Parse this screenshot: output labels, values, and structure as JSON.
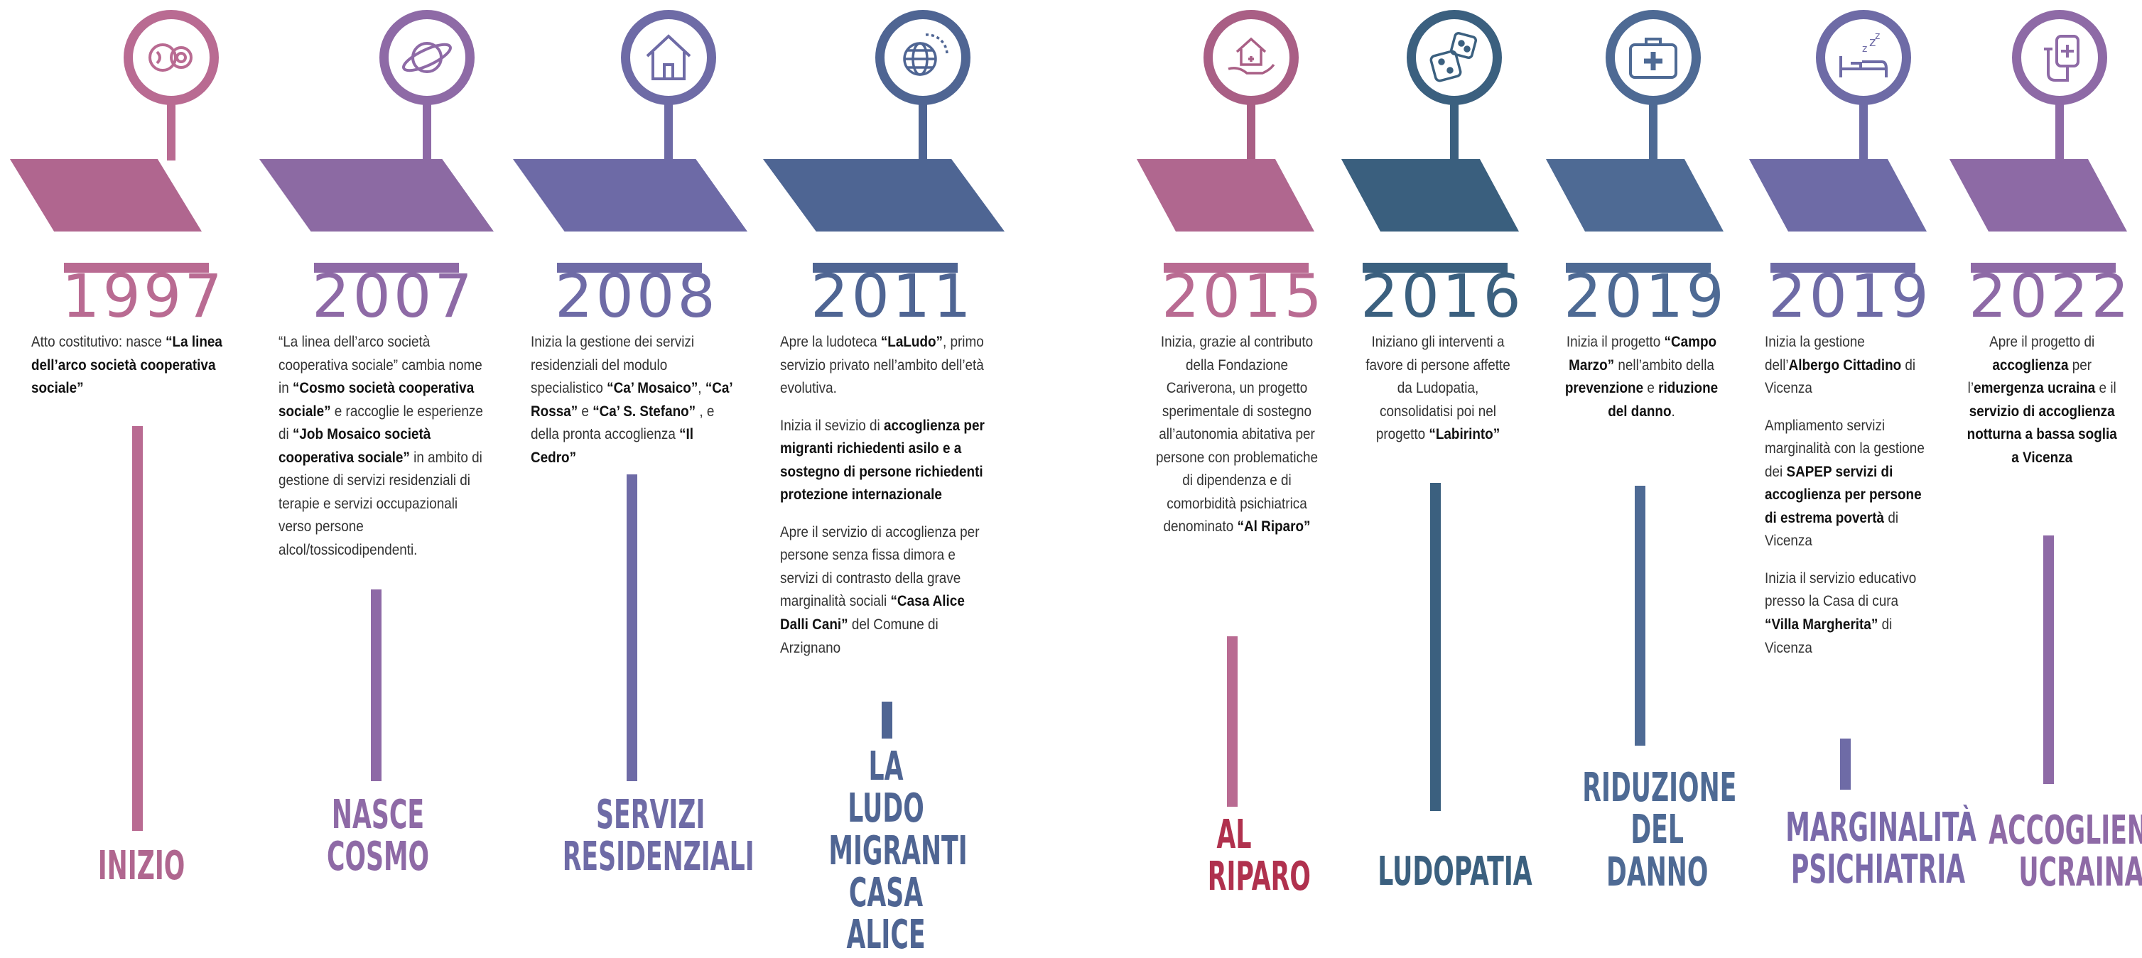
{
  "colors": {
    "pink": "#b96b92",
    "violet": "#8e6aa6",
    "indigo": "#6e6ba6",
    "blue": "#4f6593",
    "teal": "#3b607f",
    "slate": "#4e6a94",
    "rose": "#a95f85"
  },
  "milestones": [
    {
      "year": "1997",
      "icon": "pacifier-icon",
      "label": "INIZIO",
      "paragraphs": [
        "Atto costitutivo: nasce “La linea dell’arco società cooperativa sociale”"
      ]
    },
    {
      "year": "2007",
      "icon": "planet-icon",
      "label": "NASCE COSMO",
      "paragraphs": [
        "“La linea dell’arco società cooperativa sociale” cambia nome in “Cosmo società cooperativa sociale” e raccoglie le esperienze di “Job Mosaico società cooperativa sociale” in ambito di gestione di servizi residenziali di terapie e servizi occupazionali verso persone alcol/tossicodipendenti."
      ]
    },
    {
      "year": "2008",
      "icon": "house-icon",
      "label": "SERVIZI RESIDENZIALI",
      "paragraphs": [
        "Inizia la gestione dei servizi residenziali del modulo specialistico “Ca’ Mosaico”, “Ca’ Rossa” e “Ca’ S. Stefano” , e della pronta accoglienza “Il Cedro”"
      ]
    },
    {
      "year": "2011",
      "icon": "globe-icon",
      "label": "LA LUDO MIGRANTI CASA ALICE",
      "paragraphs": [
        "Apre la ludoteca “LaLudo”, primo servizio privato nell’ambito dell’età evolutiva.",
        "Inizia il sevizio di accoglienza per migranti richiedenti asilo e a sostegno di persone richiedenti protezione internazionale",
        "Apre il servizio di accoglienza per persone senza fissa dimora e servizi di contrasto della grave marginalità sociali “Casa Alice Dalli Cani” del Comune di Arzignano"
      ]
    },
    {
      "year": "2015",
      "icon": "house-hand-icon",
      "label": "AL RIPARO",
      "paragraphs": [
        "Inizia, grazie al contributo della Fondazione Cariverona, un progetto sperimentale di sostegno all’autonomia abitativa per persone con problematiche di dipendenza e di comorbidità psichiatrica denominato “Al Riparo”"
      ]
    },
    {
      "year": "2016",
      "icon": "dice-icon",
      "label": "LUDOPATIA",
      "paragraphs": [
        "Iniziano gli interventi a favore di persone affette da Ludopatia, consolidatisi poi nel progetto “Labirinto”"
      ]
    },
    {
      "year": "2019",
      "icon": "medical-kit-icon",
      "label": "RIDUZIONE DEL DANNO",
      "paragraphs": [
        "Inizia il progetto “Campo Marzo” nell’ambito della prevenzione e riduzione del danno."
      ]
    },
    {
      "year": "2019",
      "icon": "bed-sleep-icon",
      "label": "MARGINALITÀ PSICHIATRIA",
      "paragraphs": [
        "Inizia la gestione dell’Albergo Cittadino di Vicenza",
        "Ampliamento servizi marginalità con la gestione dei SAPEP servizi di accoglienza per persone di estrema povertà di Vicenza",
        "Inizia il servizio educativo presso la Casa di cura “Villa Margherita” di Vicenza"
      ]
    },
    {
      "year": "2022",
      "icon": "iv-bag-icon",
      "label": "ACCOGLIENZA UCRAINA",
      "paragraphs": [
        "Apre il progetto di accoglienza per l’emergenza ucraina e il servizio di accoglienza notturna a bassa soglia a Vicenza"
      ]
    }
  ]
}
